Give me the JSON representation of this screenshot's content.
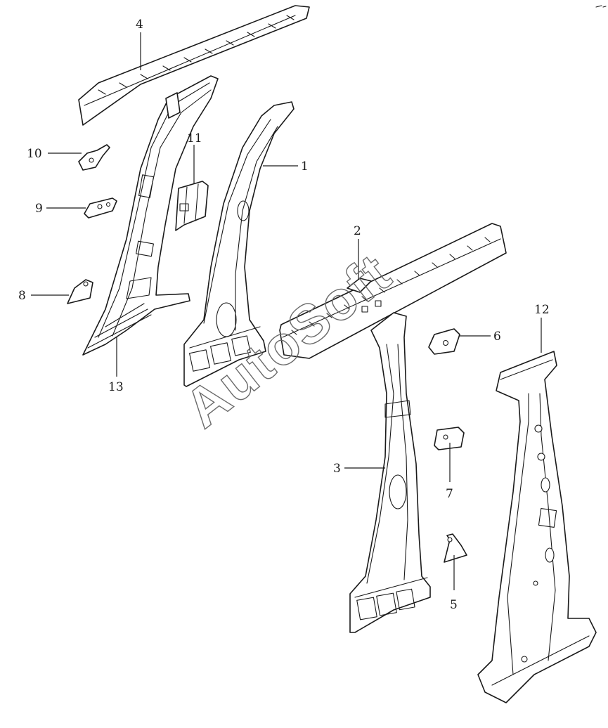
{
  "watermark": "AutoSoft",
  "callouts": [
    {
      "id": "1",
      "label": "1"
    },
    {
      "id": "2",
      "label": "2"
    },
    {
      "id": "3",
      "label": "3"
    },
    {
      "id": "4",
      "label": "4"
    },
    {
      "id": "5",
      "label": "5"
    },
    {
      "id": "6",
      "label": "6"
    },
    {
      "id": "7",
      "label": "7"
    },
    {
      "id": "8",
      "label": "8"
    },
    {
      "id": "9",
      "label": "9"
    },
    {
      "id": "10",
      "label": "10"
    },
    {
      "id": "11",
      "label": "11"
    },
    {
      "id": "12",
      "label": "12"
    },
    {
      "id": "13",
      "label": "13"
    }
  ],
  "colors": {
    "line": "#1a1a1a",
    "watermark": "#6a6a6a",
    "background": "#ffffff"
  }
}
